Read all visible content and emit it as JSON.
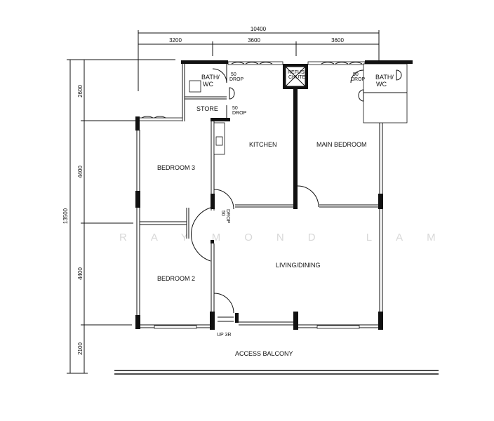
{
  "dimensions": {
    "overall_width": "10400",
    "top_segments": [
      "3200",
      "3600",
      "3600"
    ],
    "overall_depth": "13500",
    "side_segments": [
      "2600",
      "4400",
      "4400",
      "2100"
    ]
  },
  "rooms": {
    "bath_left": "BATH/\nWC",
    "bath_left_l1": "BATH/",
    "bath_left_l2": "WC",
    "bath_right_l1": "BATH/",
    "bath_right_l2": "WC",
    "store": "STORE",
    "kitchen": "KITCHEN",
    "main_bedroom": "MAIN BEDROOM",
    "bedroom_3": "BEDROOM 3",
    "bedroom_2": "BEDROOM 2",
    "living_dining": "LIVING/DINING",
    "access_balcony": "ACCESS BALCONY"
  },
  "annotations": {
    "refuse_chute_l1": "REFUSE",
    "refuse_chute_l2": "CHUTE",
    "drop_value": "50",
    "drop_label": "DROP",
    "stairs": "UP 3R"
  },
  "watermark": "RAYMOND LAM"
}
